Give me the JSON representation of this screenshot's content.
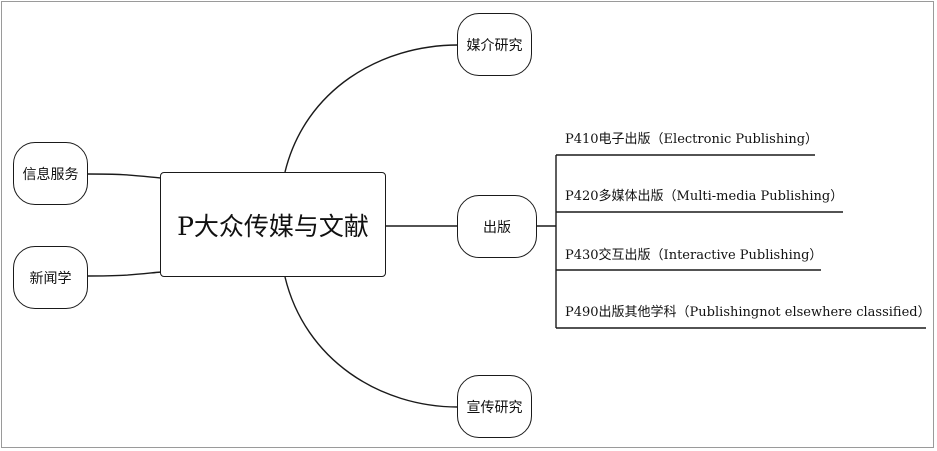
{
  "center": "P大众传媒与文献",
  "left_nodes": [
    "信息服务",
    "新闻学"
  ],
  "right_nodes": {
    "top": "媒介研究",
    "middle": "出版",
    "bottom": "宣传研究"
  },
  "branches": [
    "P410电子出版（Electronic Publishing）",
    "P420多媒体出版（Multi-media Publishing）",
    "P430交互出版（Interactive Publishing）",
    "P490出版其他学科（Publishingnot elsewhere classified）"
  ]
}
